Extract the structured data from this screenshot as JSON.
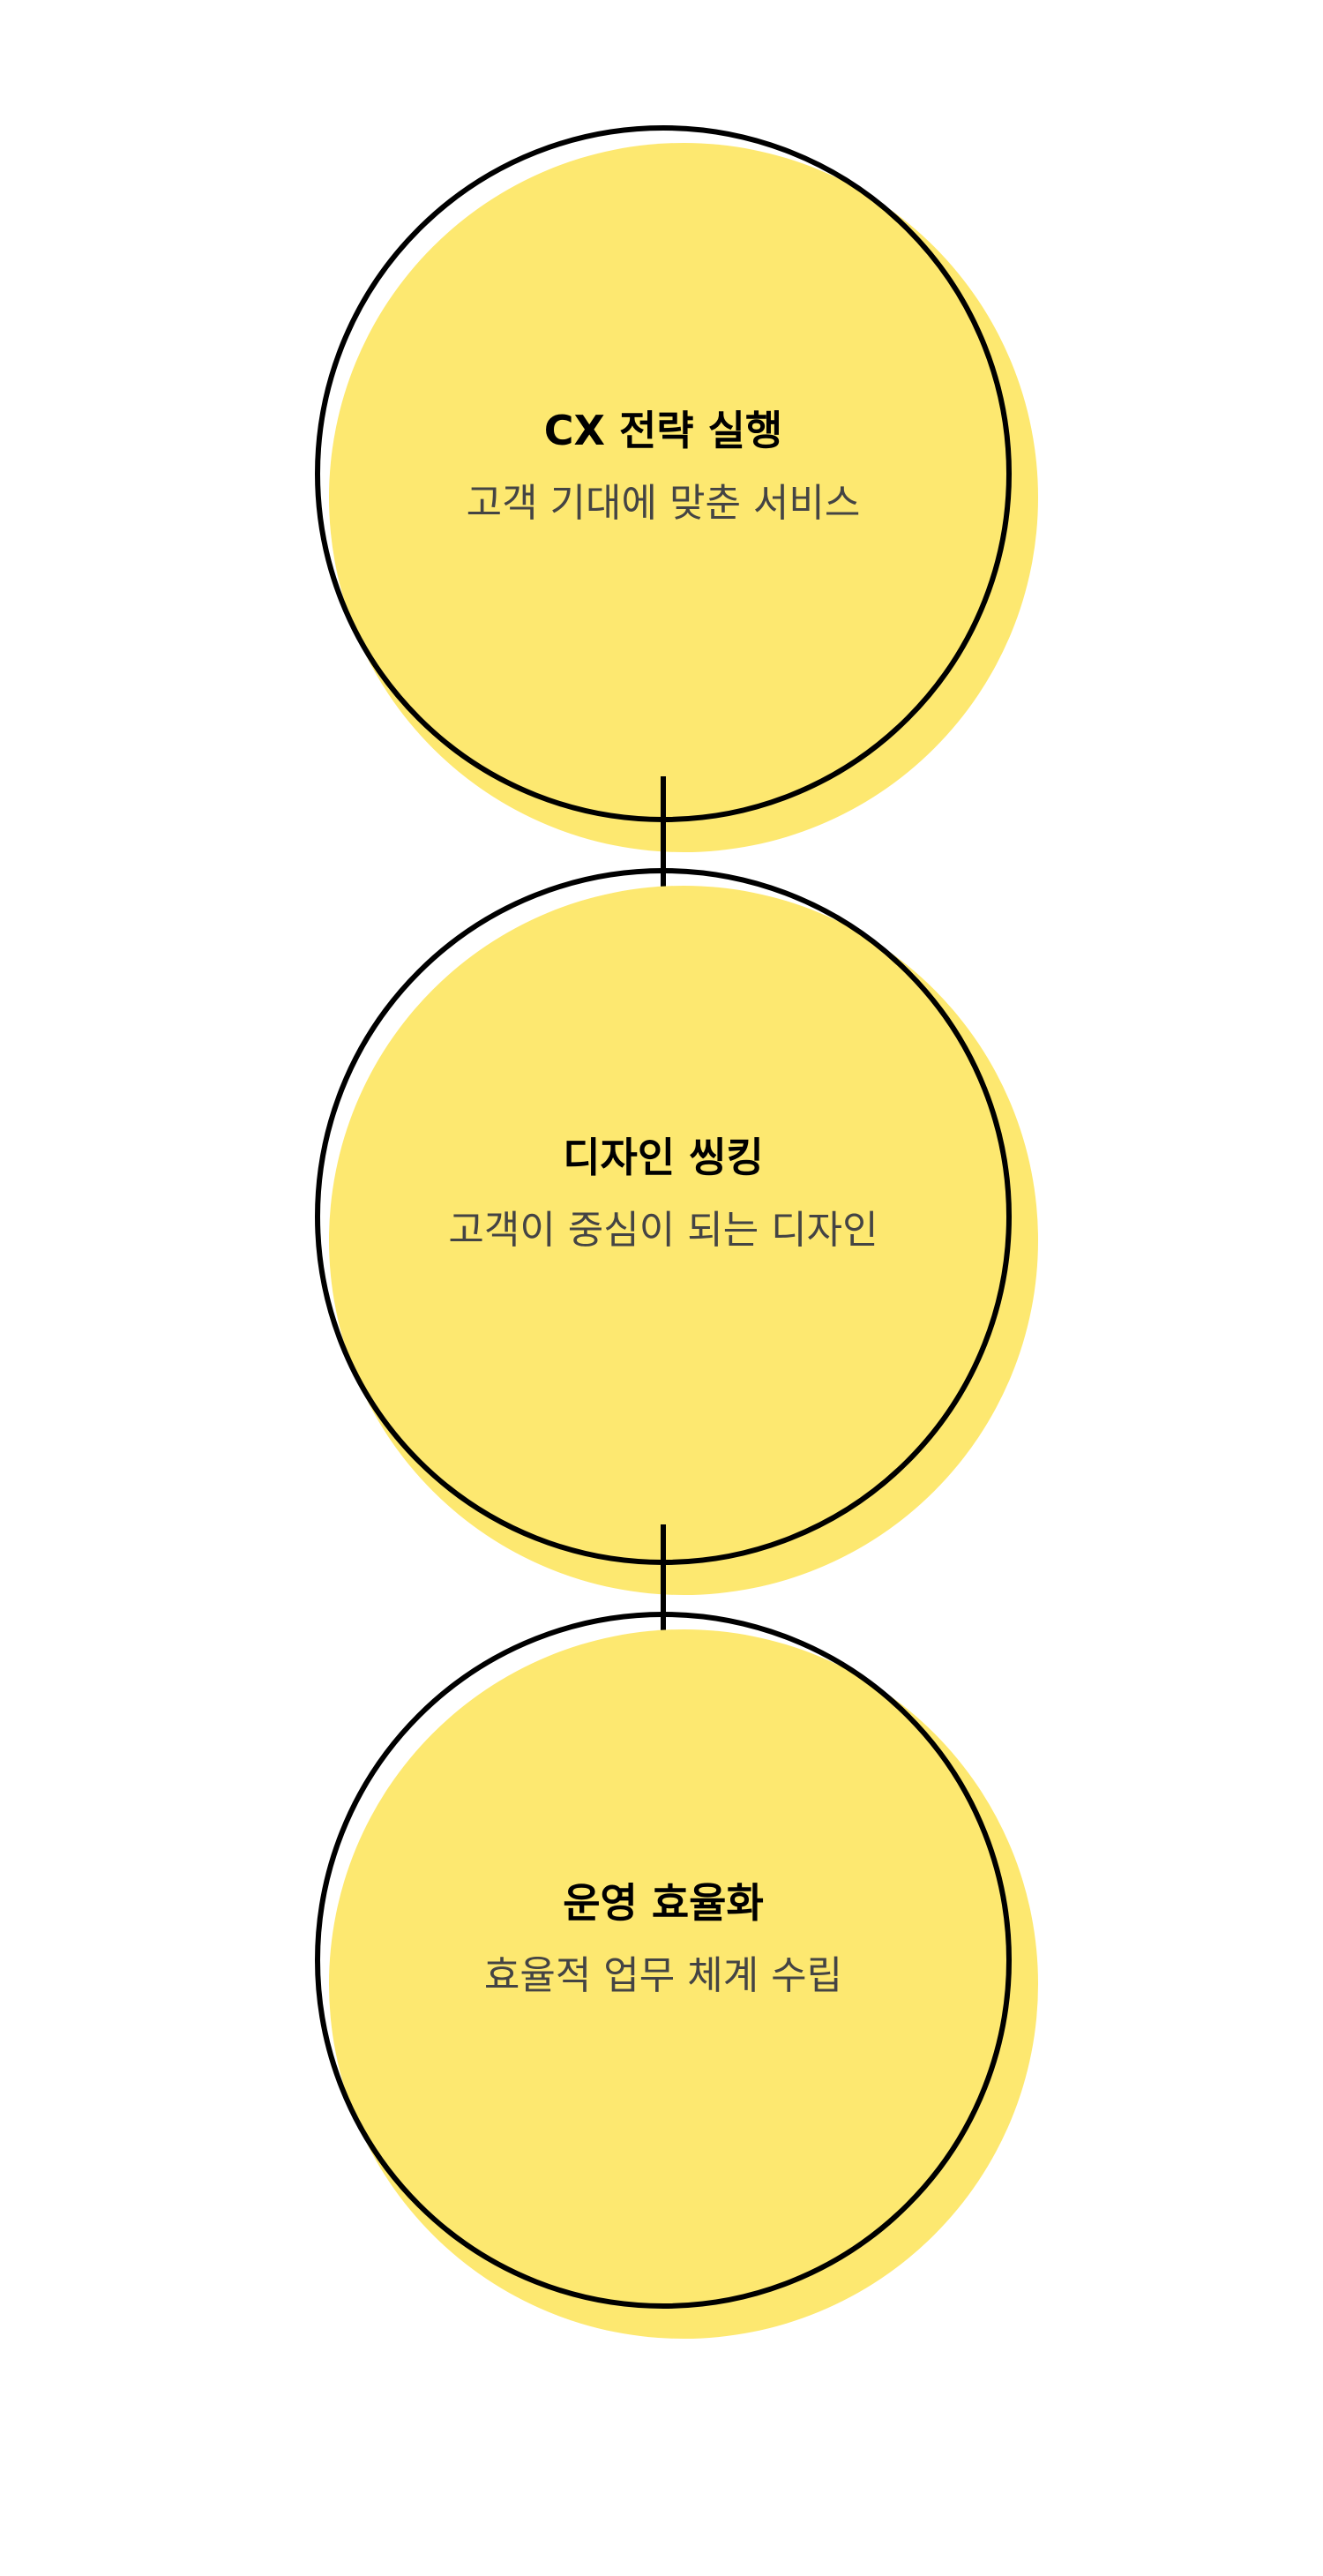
{
  "diagram": {
    "nodes": [
      {
        "title": "CX 전략 실행",
        "subtitle": "고객 기대에 맞춘 서비스"
      },
      {
        "title": "디자인 씽킹",
        "subtitle": "고객이 중심이 되는 디자인"
      },
      {
        "title": "운영 효율화",
        "subtitle": "효율적 업무 체계 수립"
      }
    ]
  },
  "colors": {
    "circle_fill": "#fde870",
    "outline": "#000000",
    "subtitle_text": "#444444"
  }
}
